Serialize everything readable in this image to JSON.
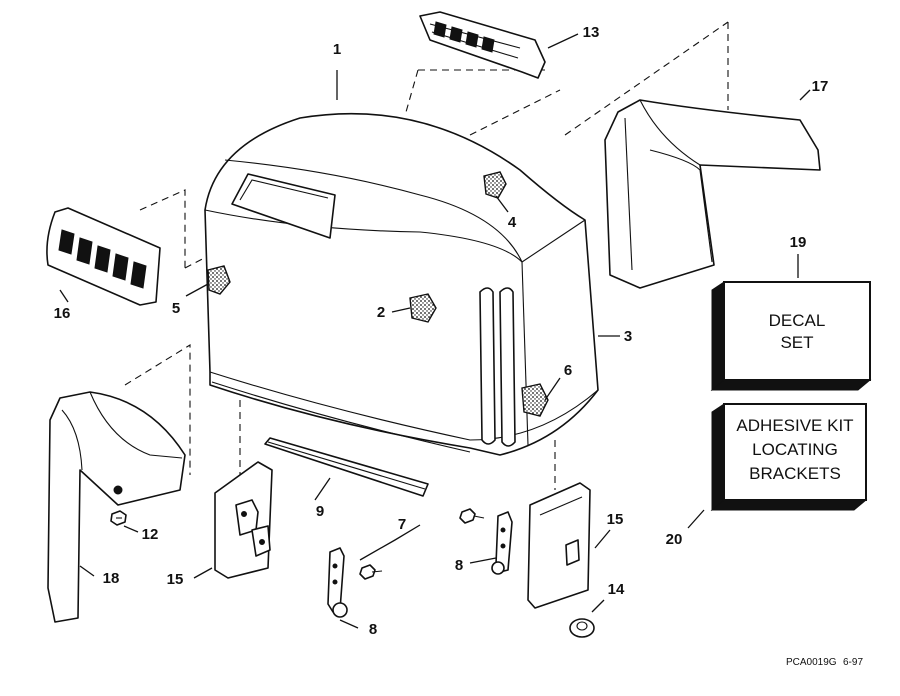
{
  "callouts": [
    {
      "id": "1",
      "text": "1"
    },
    {
      "id": "2",
      "text": "2"
    },
    {
      "id": "3",
      "text": "3"
    },
    {
      "id": "4",
      "text": "4"
    },
    {
      "id": "5",
      "text": "5"
    },
    {
      "id": "6",
      "text": "6"
    },
    {
      "id": "7",
      "text": "7"
    },
    {
      "id": "8a",
      "text": "8"
    },
    {
      "id": "8b",
      "text": "8"
    },
    {
      "id": "9",
      "text": "9"
    },
    {
      "id": "12",
      "text": "12"
    },
    {
      "id": "13",
      "text": "13"
    },
    {
      "id": "14",
      "text": "14"
    },
    {
      "id": "15a",
      "text": "15"
    },
    {
      "id": "15b",
      "text": "15"
    },
    {
      "id": "16",
      "text": "16"
    },
    {
      "id": "17",
      "text": "17"
    },
    {
      "id": "18",
      "text": "18"
    },
    {
      "id": "19",
      "text": "19"
    },
    {
      "id": "20",
      "text": "20"
    }
  ],
  "decal_box": {
    "line1": "DECAL",
    "line2": "SET"
  },
  "kit_box": {
    "line1": "ADHESIVE KIT",
    "line2": "LOCATING",
    "line3": "BRACKETS"
  },
  "footer": {
    "code": "PCA0019G",
    "date": "6-97"
  }
}
